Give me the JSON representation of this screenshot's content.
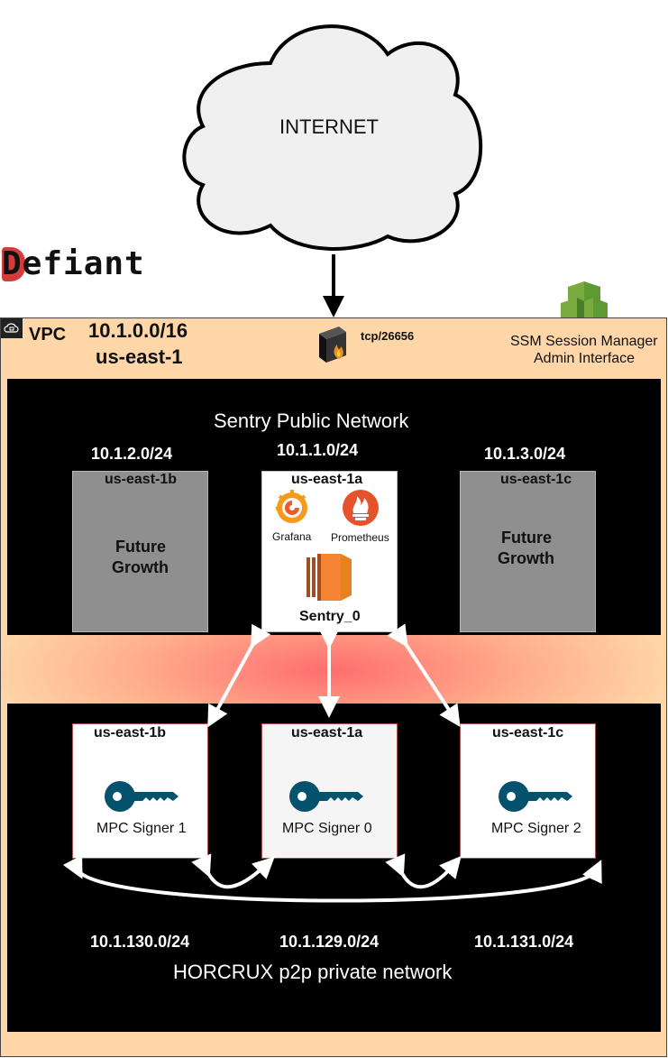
{
  "internet": {
    "label": "INTERNET"
  },
  "logo": {
    "text": "Defiant"
  },
  "vpc": {
    "label": "VPC",
    "cidr": "10.1.0.0/16",
    "region": "us-east-1",
    "port": "tcp/26656",
    "ssm_line1": "SSM Session Manager",
    "ssm_line2": "Admin Interface"
  },
  "sentry_network": {
    "title": "Sentry Public Network",
    "subnets": [
      {
        "cidr": "10.1.2.0/24",
        "az": "us-east-1b",
        "line1": "Future",
        "line2": "Growth"
      },
      {
        "cidr": "10.1.1.0/24",
        "az": "us-east-1a",
        "grafana": "Grafana",
        "prometheus": "Prometheus",
        "node": "Sentry_0"
      },
      {
        "cidr": "10.1.3.0/24",
        "az": "us-east-1c",
        "line1": "Future",
        "line2": "Growth"
      }
    ]
  },
  "horcrux_network": {
    "title": "HORCRUX p2p private network",
    "signers": [
      {
        "az": "us-east-1b",
        "name": "MPC Signer 1",
        "cidr": "10.1.130.0/24"
      },
      {
        "az": "us-east-1a",
        "name": "MPC Signer 0",
        "cidr": "10.1.129.0/24"
      },
      {
        "az": "us-east-1c",
        "name": "MPC Signer 2",
        "cidr": "10.1.131.0/24"
      }
    ]
  },
  "colors": {
    "key_icon": "#05526e",
    "ec2_orange": "#e7831f",
    "ssm_green": "#5e9a33",
    "gradient_center": "#ff6d6d",
    "gradient_edge": "#ffd6a8"
  }
}
